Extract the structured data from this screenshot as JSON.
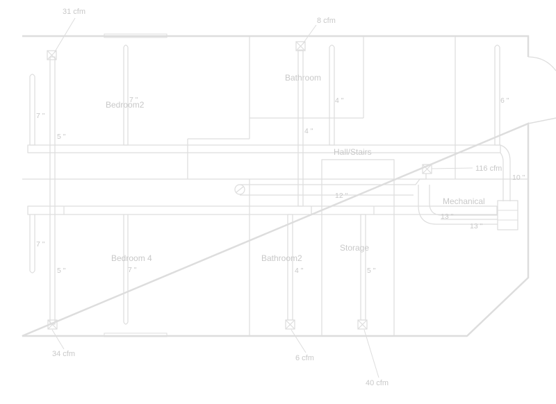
{
  "rooms": {
    "bedroom2": "Bedroom2",
    "bathroom": "Bathroom",
    "hall_stairs": "Hall/Stairs",
    "mechanical": "Mechanical",
    "bedroom4": "Bedroom 4",
    "bathroom2": "Bathroom2",
    "storage": "Storage"
  },
  "airflow": {
    "bedroom2_register": "31 cfm",
    "bathroom_register": "8 cfm",
    "return_register": "116 cfm",
    "bedroom4_register": "34 cfm",
    "bathroom2_register": "6 cfm",
    "storage_register": "40 cfm"
  },
  "duct_sizes": {
    "bedroom2_left_branch": "7 \"",
    "bedroom2_trunk_drop": "5 \"",
    "bedroom2_branch": "7 \"",
    "bathroom_branch": "4 \"",
    "bathroom_drop": "4 \"",
    "right_branch": "6 \"",
    "mechanical_supply": "10 \"",
    "return_duct": "12 \"",
    "mech_return_a": "13 \"",
    "mech_return_b": "13 \"",
    "bedroom4_left_branch": "7 \"",
    "bedroom4_trunk_drop": "5 \"",
    "bedroom4_branch": "7 \"",
    "bathroom2_branch": "4 \"",
    "storage_branch": "5 \""
  },
  "colors": {
    "line": "#dddddd",
    "text": "#c8c8c8"
  }
}
